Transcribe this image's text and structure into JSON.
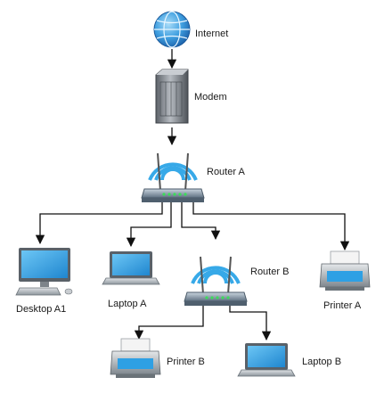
{
  "diagram": {
    "nodes": [
      {
        "id": "internet",
        "label": "Internet",
        "icon": "globe-icon"
      },
      {
        "id": "modem",
        "label": "Modem",
        "icon": "server-tower-icon"
      },
      {
        "id": "router_a",
        "label": "Router A",
        "icon": "wireless-router-icon"
      },
      {
        "id": "desktop_a1",
        "label": "Desktop A1",
        "icon": "desktop-computer-icon"
      },
      {
        "id": "laptop_a",
        "label": "Laptop A",
        "icon": "laptop-icon"
      },
      {
        "id": "router_b",
        "label": "Router B",
        "icon": "wireless-router-icon"
      },
      {
        "id": "printer_a",
        "label": "Printer A",
        "icon": "printer-icon"
      },
      {
        "id": "printer_b",
        "label": "Printer B",
        "icon": "printer-icon"
      },
      {
        "id": "laptop_b",
        "label": "Laptop B",
        "icon": "laptop-icon"
      }
    ],
    "edges": [
      {
        "from": "internet",
        "to": "modem"
      },
      {
        "from": "modem",
        "to": "router_a"
      },
      {
        "from": "router_a",
        "to": "desktop_a1"
      },
      {
        "from": "router_a",
        "to": "laptop_a"
      },
      {
        "from": "router_a",
        "to": "router_b"
      },
      {
        "from": "router_a",
        "to": "printer_a"
      },
      {
        "from": "router_b",
        "to": "printer_b"
      },
      {
        "from": "router_b",
        "to": "laptop_b"
      }
    ],
    "colors": {
      "screen_blue": "#2aa3e6",
      "wifi_arc": "#37a9e8",
      "router_body": "#6d7f8f",
      "router_led": "#3cdc5a",
      "connector": "#111111",
      "device_gray": "#8f969c"
    }
  }
}
